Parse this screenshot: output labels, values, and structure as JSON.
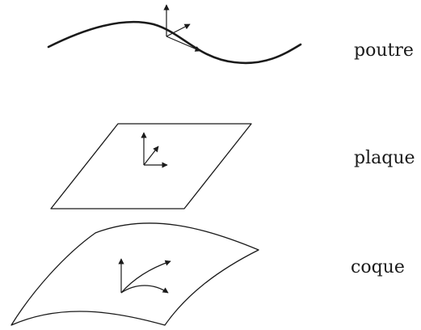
{
  "labels": {
    "beam": "poutre",
    "plate": "plaque",
    "shell": "coque"
  },
  "colors": {
    "stroke": "#1a1a1a",
    "background": "#ffffff"
  }
}
